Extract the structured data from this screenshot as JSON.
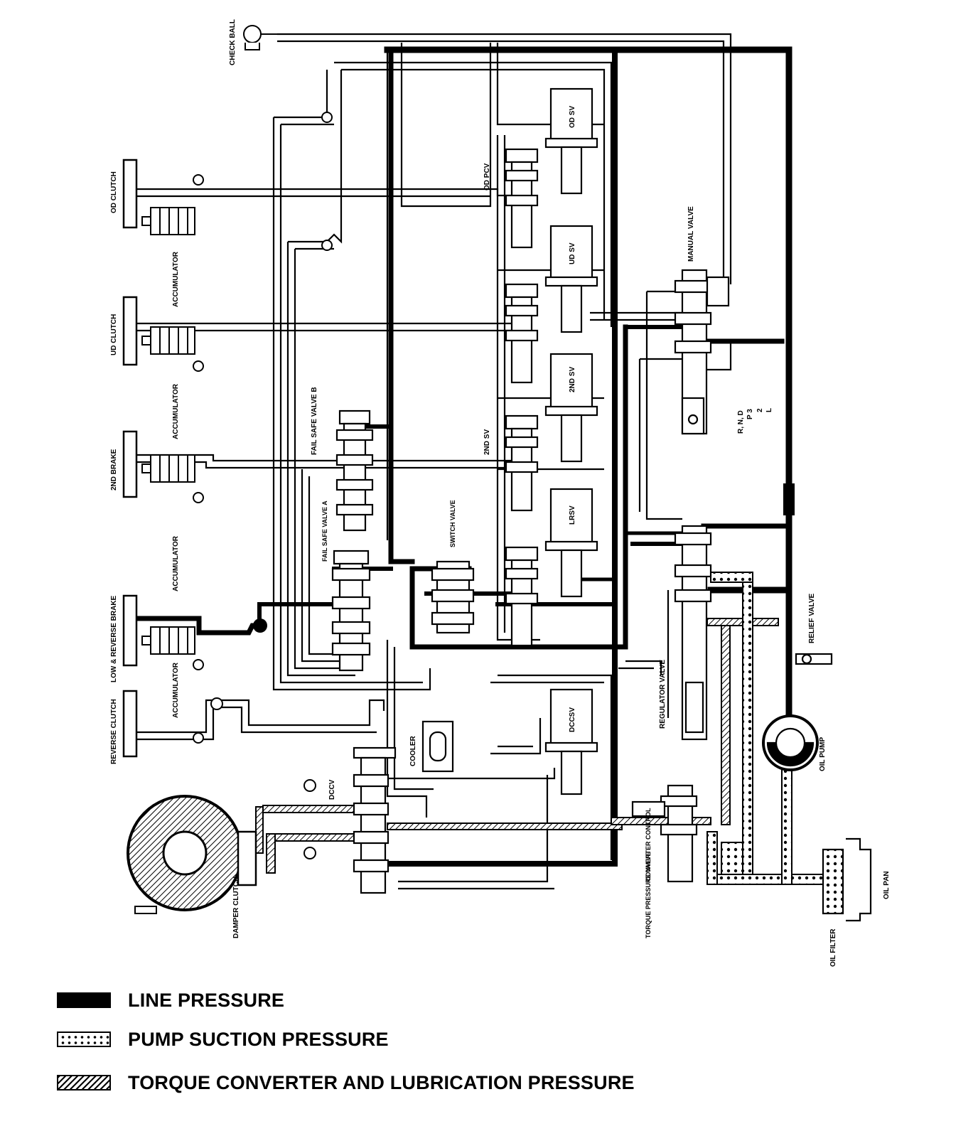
{
  "labels": {
    "check_ball": "CHECK BALL",
    "od_clutch": "OD CLUTCH",
    "ud_clutch": "UD CLUTCH",
    "second_brake": "2ND BRAKE",
    "low_reverse_brake": "LOW & REVERSE BRAKE",
    "reverse_clutch": "REVERSE CLUTCH",
    "accumulator": "ACCUMULATOR",
    "fail_safe_valve_b": "FAIL SAFE VALVE B",
    "fail_safe_valve_a": "FAIL SAFE VALVE A",
    "switch_valve": "SWITCH VALVE",
    "second_sv": "2ND SV",
    "od_pcv": "OD PCV",
    "od_sv": "OD SV",
    "ud_sv": "UD SV",
    "second_sv_box": "2ND SV",
    "lr_sv": "LRSV",
    "dcc_sv": "DCCSV",
    "dccv": "DCCV",
    "cooler": "COOLER",
    "manual_valve": "MANUAL VALVE",
    "range_r_n_d": "R, N, D",
    "range_p3": "P 3",
    "range_2": "2",
    "range_l": "L",
    "relief_valve": "RELIEF VALVE",
    "regulator_valve": "REGULATOR VALVE",
    "oil_pump": "OIL PUMP",
    "converter_control": "CONVERTER CONTROL",
    "torque_pressure_valve": "TORQUE PRESSURE VALVE",
    "damper_clutch": "DAMPER CLUTCH",
    "oil_filter": "OIL FILTER",
    "oil_pan": "OIL PAN"
  },
  "legend": [
    {
      "key": "line",
      "label": "LINE PRESSURE"
    },
    {
      "key": "suction",
      "label": "PUMP SUCTION PRESSURE"
    },
    {
      "key": "torque",
      "label": "TORQUE CONVERTER AND LUBRICATION PRESSURE"
    }
  ]
}
